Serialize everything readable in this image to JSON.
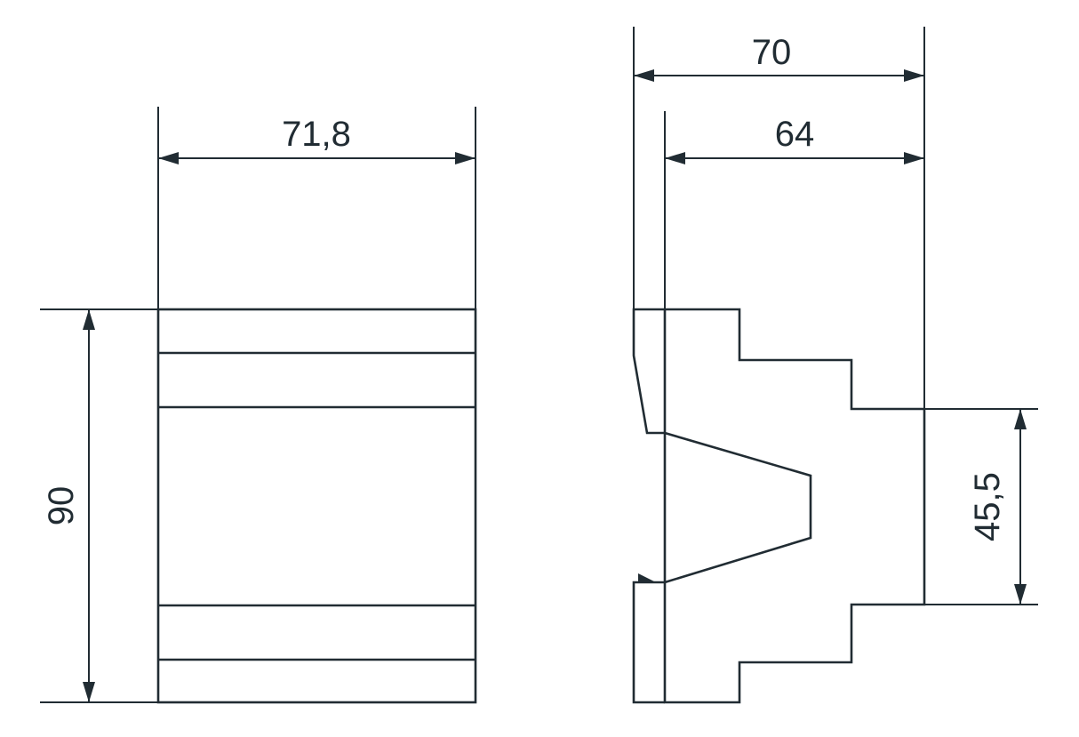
{
  "drawing": {
    "type": "technical-dimension-drawing",
    "views": {
      "front": {
        "width_label": "71,8",
        "height_label": "90"
      },
      "side": {
        "total_depth_label": "70",
        "body_depth_label": "64",
        "rail_section_height_label": "45,5"
      }
    },
    "colors": {
      "line": "#212c33",
      "background": "#ffffff"
    }
  }
}
